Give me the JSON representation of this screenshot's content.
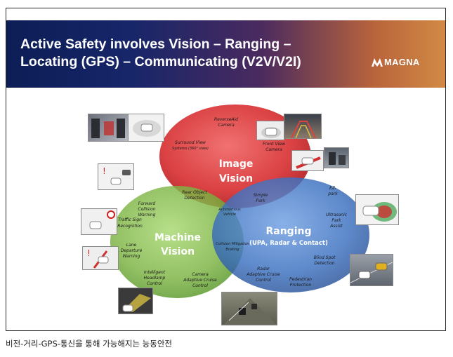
{
  "slide": {
    "title": "Active Safety involves Vision – Ranging – Locating (GPS) – Communicating (V2V/V2I)",
    "logo_text": "MAGNA"
  },
  "circles": {
    "image_vision": {
      "label_line1": "Image",
      "label_line2": "Vision",
      "color": "#d9383a"
    },
    "ranging": {
      "label_line1": "Ranging",
      "label_line2": "(UPA, Radar & Contact)",
      "color": "#3a6fbf"
    },
    "machine_vision": {
      "label_line1": "Machine",
      "label_line2": "Vision",
      "color": "#7cb342"
    }
  },
  "features": {
    "reverse_aid": [
      "ReverseAid",
      "Camera"
    ],
    "surround_view": [
      "Surround View",
      "Systems (360° view)"
    ],
    "front_view": [
      "Front View",
      "Camera"
    ],
    "rear_object": [
      "Rear Object",
      "Detection"
    ],
    "simple_park": [
      "Simple",
      "Park"
    ],
    "ez_park": [
      "EZ-",
      "park"
    ],
    "forward_collision": [
      "Forward",
      "Collision",
      "Warning"
    ],
    "autonomous": [
      "Autonomous",
      "Vehicle"
    ],
    "ultrasonic": [
      "Ultrasonic",
      "Park",
      "Assist"
    ],
    "traffic_sign": [
      "Traffic Sign",
      "Recognition"
    ],
    "collision_mitigation": [
      "Collision Mitigation",
      "Braking"
    ],
    "lane_departure": [
      "Lane",
      "Departure",
      "Warning"
    ],
    "blind_spot": [
      "Blind Spot",
      "Detection"
    ],
    "intelligent_headlamp": [
      "Intelligent",
      "Headlamp",
      "Control"
    ],
    "camera_acc": [
      "Camera",
      "Adaptive Cruise",
      "Control"
    ],
    "radar_acc": [
      "Radar",
      "Adaptive Cruise",
      "Control"
    ],
    "pedestrian": [
      "Pedestrian",
      "Protection"
    ]
  },
  "caption": "비전-거리-GPS-통신을 통해 가능해지는 능동안전"
}
